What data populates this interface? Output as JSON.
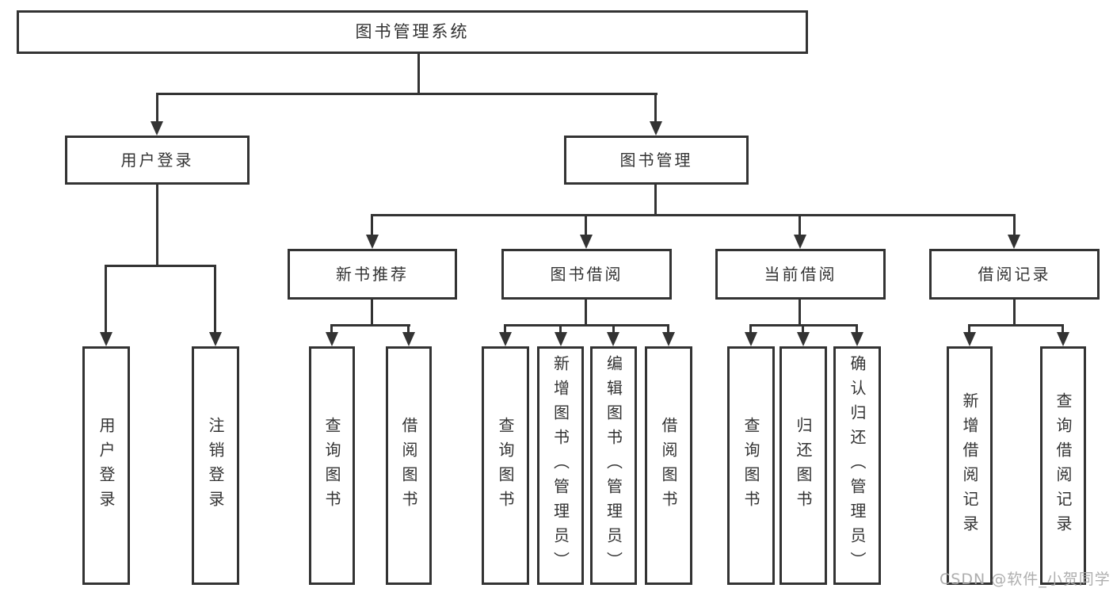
{
  "tree": {
    "label": "图书管理系统",
    "children": [
      {
        "label": "用户登录",
        "children": [
          {
            "label": "用户登录"
          },
          {
            "label": "注销登录"
          }
        ]
      },
      {
        "label": "图书管理",
        "children": [
          {
            "label": "新书推荐",
            "children": [
              {
                "label": "查询图书"
              },
              {
                "label": "借阅图书"
              }
            ]
          },
          {
            "label": "图书借阅",
            "children": [
              {
                "label": "查询图书"
              },
              {
                "label": "新增图书（管理员）"
              },
              {
                "label": "编辑图书（管理员）"
              },
              {
                "label": "借阅图书"
              }
            ]
          },
          {
            "label": "当前借阅",
            "children": [
              {
                "label": "查询图书"
              },
              {
                "label": "归还图书"
              },
              {
                "label": "确认归还（管理员）"
              }
            ]
          },
          {
            "label": "借阅记录",
            "children": [
              {
                "label": "新增借阅记录"
              },
              {
                "label": "查询借阅记录"
              }
            ]
          }
        ]
      }
    ]
  },
  "watermark": {
    "text": "CSDN @软件_小贺同学"
  },
  "colors": {
    "line": "#333333",
    "text": "#333333",
    "watermark": "#aaaaaa",
    "background": "#ffffff"
  }
}
